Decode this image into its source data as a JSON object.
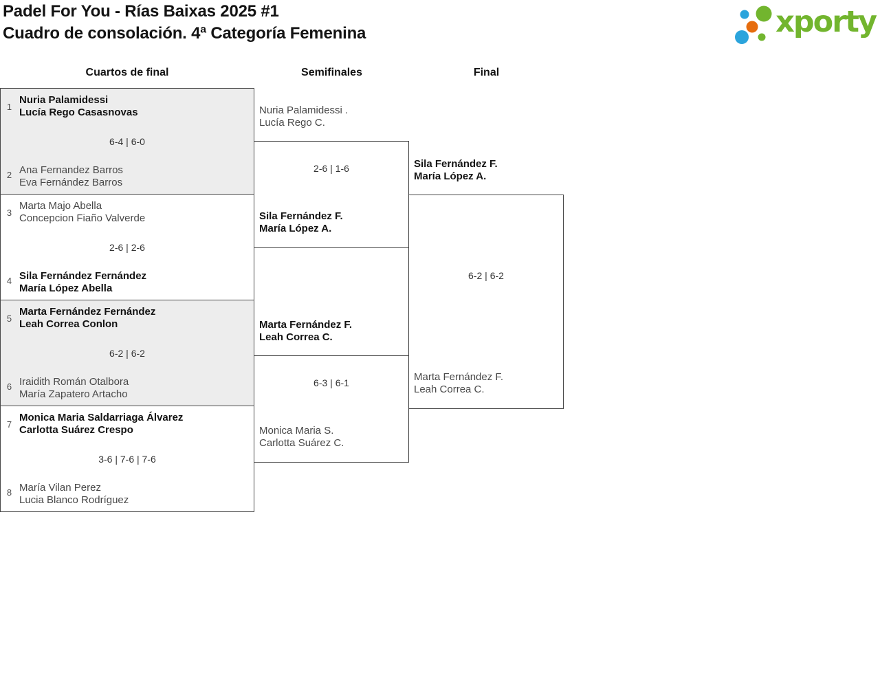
{
  "header": {
    "title_line1": "Padel For You - Rías Baixas 2025 #1",
    "title_line2": "Cuadro de consolación. 4ª Categoría Femenina"
  },
  "logo": {
    "text": "xporty"
  },
  "colors": {
    "logo_green": "#72b52e",
    "logo_blue": "#2ba4dc",
    "logo_orange": "#e66d0e",
    "box_border": "#474747",
    "shaded_match_bg": "#ededed",
    "winner_text": "#131313",
    "loser_text": "#484848"
  },
  "round_headers": [
    "Cuartos de final",
    "Semifinales",
    "Final"
  ],
  "quarterfinals": [
    {
      "seed_top": "1",
      "team_top": [
        "Nuria Palamidessi",
        "Lucía Rego Casasnovas"
      ],
      "score": "6-4 | 6-0",
      "seed_bottom": "2",
      "team_bottom": [
        "Ana Fernandez Barros",
        "Eva Fernández Barros"
      ]
    },
    {
      "seed_top": "3",
      "team_top": [
        "Marta Majo Abella",
        "Concepcion Fiaño Valverde"
      ],
      "score": "2-6 | 2-6",
      "seed_bottom": "4",
      "team_bottom": [
        "Sila Fernández Fernández",
        "María López Abella"
      ]
    },
    {
      "seed_top": "5",
      "team_top": [
        "Marta Fernández Fernández",
        "Leah Correa Conlon"
      ],
      "score": "6-2 | 6-2",
      "seed_bottom": "6",
      "team_bottom": [
        "Iraidith Román Otalbora",
        "María Zapatero Artacho"
      ]
    },
    {
      "seed_top": "7",
      "team_top": [
        "Monica Maria Saldarriaga Álvarez",
        "Carlotta Suárez Crespo"
      ],
      "score": "3-6 | 7-6 | 7-6",
      "seed_bottom": "8",
      "team_bottom": [
        "María Vilan Perez",
        "Lucia Blanco Rodríguez"
      ]
    }
  ],
  "semifinals": [
    {
      "team_top": [
        "Nuria Palamidessi .",
        "Lucía Rego C."
      ],
      "score": "2-6 | 1-6",
      "team_bottom": [
        "Sila Fernández F.",
        "María López A."
      ]
    },
    {
      "team_top": [
        "Marta Fernández F.",
        "Leah Correa C."
      ],
      "score": "6-3 | 6-1",
      "team_bottom": [
        "Monica Maria S.",
        "Carlotta Suárez C."
      ]
    }
  ],
  "final": {
    "team_top": [
      "Sila Fernández F.",
      "María López A."
    ],
    "score": "6-2 | 6-2",
    "team_bottom": [
      "Marta Fernández F.",
      "Leah Correa C."
    ]
  }
}
